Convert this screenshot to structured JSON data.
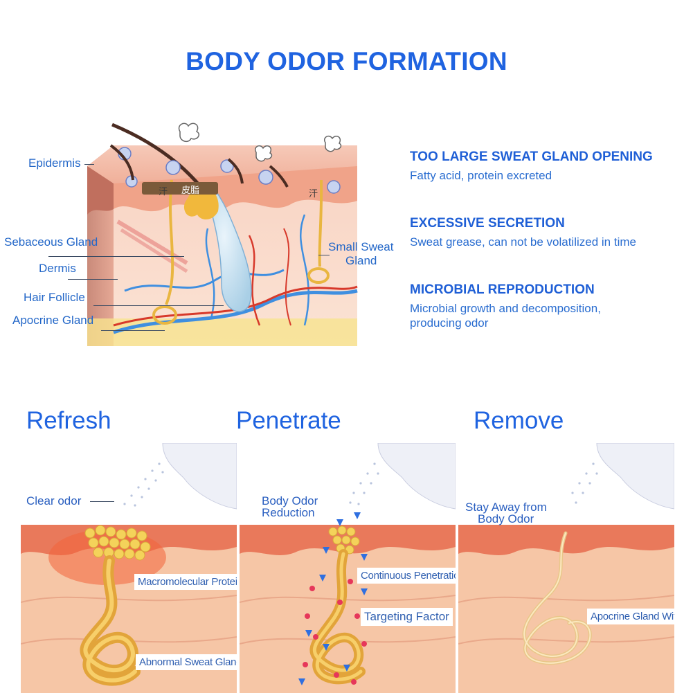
{
  "title": "BODY ODOR FORMATION",
  "skin_labels": {
    "epidermis": "Epidermis",
    "sebaceous_gland": "Sebaceous Gland",
    "dermis": "Dermis",
    "hair_follicle": "Hair Follicle",
    "apocrine_gland": "Apocrine Gland",
    "small_sweat_gland_1": "Small Sweat",
    "small_sweat_gland_2": "Gland",
    "sweat_char": "汗",
    "sebum_chars": "皮脂"
  },
  "causes": [
    {
      "heading": "TOO LARGE SWEAT GLAND OPENING",
      "text": "Fatty acid, protein excreted"
    },
    {
      "heading": "EXCESSIVE SECRETION",
      "text": "Sweat grease, can not be volatilized in time"
    },
    {
      "heading": "MICROBIAL REPRODUCTION",
      "text": "Microbial growth and decomposition,",
      "text2": "producing odor"
    }
  ],
  "steps": {
    "refresh": {
      "title": "Refresh",
      "label": "Clear odor",
      "tag1": "Macromolecular Protein",
      "tag2": "Abnormal Sweat Gland"
    },
    "penetrate": {
      "title": "Penetrate",
      "label_1": "Body Odor",
      "label_2": "Reduction",
      "tag1": "Continuous Penetration",
      "tag2": "Targeting Factor"
    },
    "remove": {
      "title": "Remove",
      "label_1": "Stay Away from",
      "label_2": "Body Odor",
      "tag1": "Apocrine Gland Withered"
    }
  },
  "colors": {
    "title_blue": "#1f63e0",
    "label_blue": "#2367c8",
    "skin_pink": "#f2b7a4",
    "skin_deep": "#e9795b",
    "gland_gold": "#e9b640",
    "vein_blue": "#3f8fe0",
    "artery_red": "#d7392b"
  }
}
